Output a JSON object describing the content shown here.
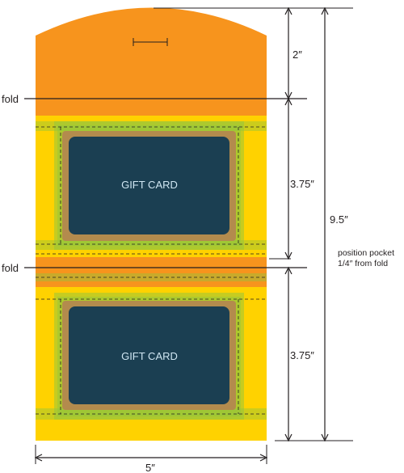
{
  "colors": {
    "envelope": "#f7941d",
    "pocket": "#ffd200",
    "green_band": "#8dc63f",
    "card_border": "#b38b4d",
    "card": "#1b3f52",
    "line": "#231f20"
  },
  "labels": {
    "fold_top": "fold",
    "fold_bottom": "fold",
    "card_top": "GIFT CARD",
    "card_bottom": "GIFT CARD",
    "flap_height": "2″",
    "pocket_top_height": "3.75″",
    "pocket_bottom_height": "3.75″",
    "total_height": "9.5″",
    "width": "5″",
    "note_line1": "position pocket",
    "note_line2": "1/4″ from fold"
  }
}
